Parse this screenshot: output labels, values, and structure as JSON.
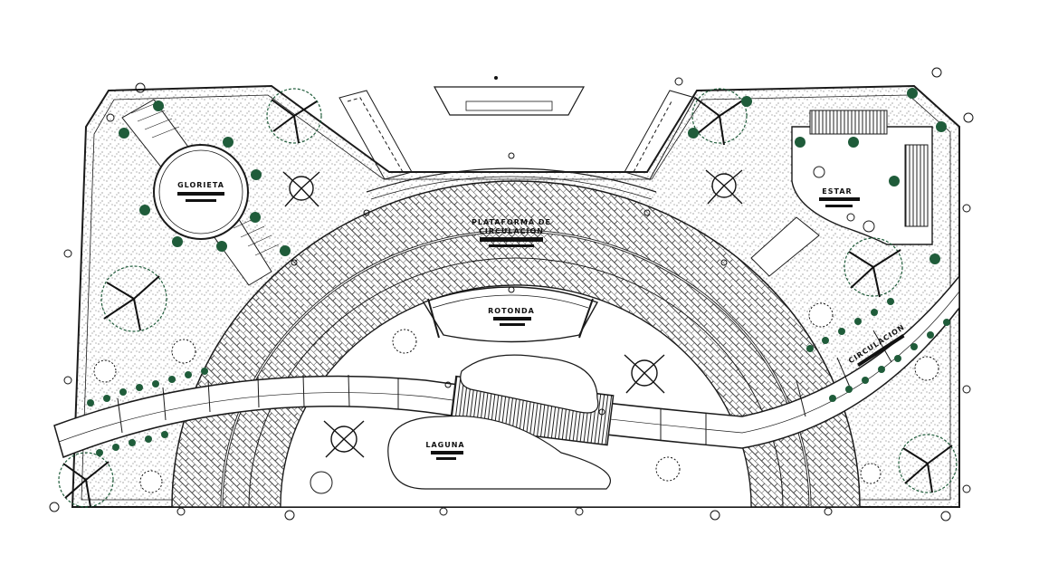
{
  "plan": {
    "labels": {
      "glorieta": "GLORIETA",
      "estar": "ESTAR",
      "rotonda": "ROTONDA",
      "laguna": "LAGUNA",
      "circulacion": "CIRCULACION",
      "plataforma": "PLATAFORMA DE",
      "plataforma_line2": "CIRCULACION"
    },
    "colors": {
      "line": "#1a1a1a",
      "tree": "#1f5c3a",
      "pavement": "#555555",
      "paper": "#ffffff"
    },
    "icons": [
      "tree-icon",
      "shrub-icon",
      "lamp-post-icon",
      "north-arrow-icon"
    ]
  }
}
